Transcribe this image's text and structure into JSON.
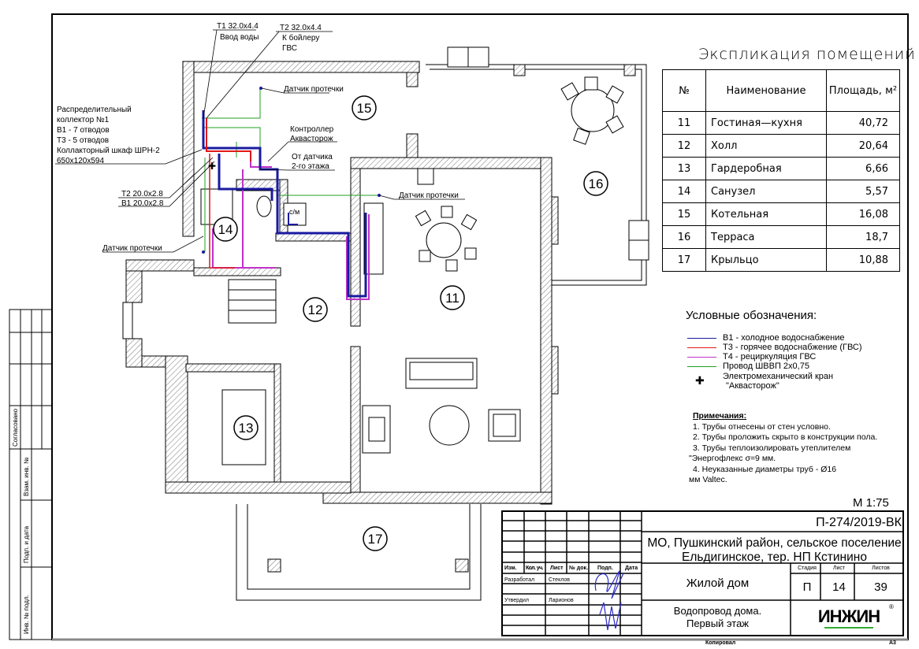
{
  "rooms": {
    "r11": "11",
    "r12": "12",
    "r13": "13",
    "r14": "14",
    "r15": "15",
    "r16": "16",
    "r17": "17"
  },
  "annotations": {
    "t1_size": "Т1 32.0x4.4",
    "t1_desc": "Ввод воды",
    "t2_size": "Т2 32.0x4.4",
    "t2_desc1": "К бойлеру",
    "t2_desc2": "ГВС",
    "collector": [
      "Распределительный",
      "коллектор №1",
      "В1 - 7 отводов",
      "Т3 - 5 отводов",
      "Коллакторный шкаф ШРН-2",
      "650x120x594"
    ],
    "leak_sensor_1": "Датчик протечки",
    "leak_sensor_2": "Датчик протечки",
    "leak_sensor_3": "Датчик протечки",
    "controller_1": "Контроллер",
    "controller_2": "Аквасторож",
    "from_sensor_1": "От датчика",
    "from_sensor_2": "2-го этажа",
    "t2_small": "Т2 20.0x2.8",
    "b1_small": "В1 20.0x2.8",
    "washer": "с/м"
  },
  "explication": {
    "title": "Экспликация помещений",
    "headers": {
      "num": "№",
      "name": "Наименование",
      "area": "Площадь, м²"
    },
    "rows": [
      {
        "num": "11",
        "name": "Гостиная—кухня",
        "area": "40,72"
      },
      {
        "num": "12",
        "name": "Холл",
        "area": "20,64"
      },
      {
        "num": "13",
        "name": "Гардеробная",
        "area": "6,66"
      },
      {
        "num": "14",
        "name": "Санузел",
        "area": "5,57"
      },
      {
        "num": "15",
        "name": "Котельная",
        "area": "16,08"
      },
      {
        "num": "16",
        "name": "Терраса",
        "area": "18,7"
      },
      {
        "num": "17",
        "name": "Крыльцо",
        "area": "10,88"
      }
    ]
  },
  "legend": {
    "title": "Условные обозначения:",
    "items": [
      {
        "color": "#1a1aa0",
        "label": "В1 - холодное водоснабжение"
      },
      {
        "color": "#e01818",
        "label": "Т3 - горячее водоснабжение (ГВС)"
      },
      {
        "color": "#c030c8",
        "label": "Т4 - рециркуляция ГВС"
      },
      {
        "color": "#20a020",
        "label": "Провод ШВВП 2х0,75"
      }
    ],
    "valve_1": "Электромеханический кран",
    "valve_2": "\"Аквасторож\""
  },
  "notes": {
    "title": "Примечания:",
    "items": [
      "1.     Трубы отнесены от стен условно.",
      "2.     Трубы проложить скрыто в конструкции пола.",
      "3.     Трубы теплоизолировать утеплителем \"Энергофлекс σ=9 мм.",
      "4.     Неуказанные диаметры труб - Ø16 мм Valtec."
    ]
  },
  "scale": "М 1:75",
  "title_block": {
    "code": "П-274/2019-ВК",
    "address_1": "МО, Пушкинский район, сельское поселение",
    "address_2": "Ельдигинское, тер. НП Кстинино",
    "object": "Жилой дом",
    "stage_h": "Стадия",
    "sheet_h": "Лист",
    "sheets_h": "Листов",
    "stage": "П",
    "sheet": "14",
    "sheets": "39",
    "drawing_1": "Водопровод дома.",
    "drawing_2": "Первый этаж",
    "logo": "ИНЖИН",
    "cols": [
      "Изм.",
      "Кол. уч.",
      "Лист",
      "№ док.",
      "Подп.",
      "Дата"
    ],
    "developed": "Разработал",
    "developed_name": "Стеклов",
    "approved": "Утвердил",
    "approved_name": "Ларионов",
    "copied": "Копировал",
    "format": "А3"
  },
  "side_stamp": {
    "agreed": "Согласовано",
    "replace": "Взам. инв. №",
    "sign": "Подп. и дата",
    "inv": "Инв. № подл."
  }
}
